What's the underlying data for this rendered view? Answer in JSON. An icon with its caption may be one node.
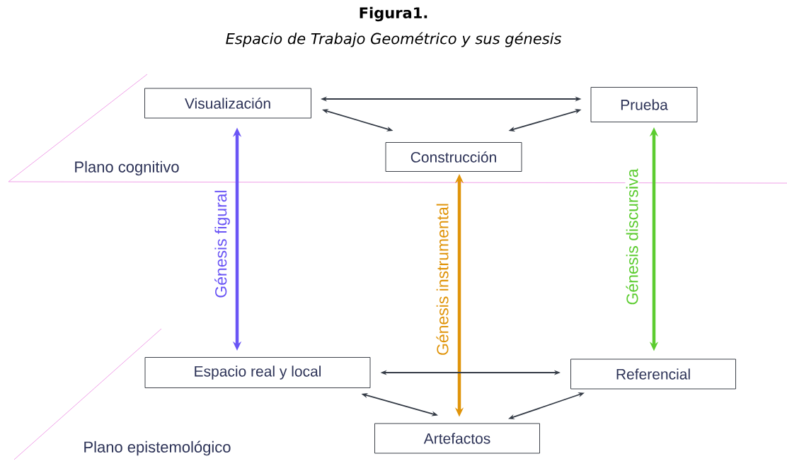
{
  "diagram": {
    "title": "Figura1.",
    "caption": "Espacio de Trabajo Geométrico y sus génesis",
    "nodes": [
      {
        "text": [
          "Visualización"
        ]
      },
      {
        "text": [
          "Prueba"
        ]
      },
      {
        "text": [
          "Construcción"
        ]
      },
      {
        "text": [
          "Espacio real y local"
        ]
      },
      {
        "text": [
          "Referencial"
        ]
      },
      {
        "text": [
          "Artefactos"
        ]
      }
    ],
    "edges": [
      {
        "from": 0,
        "to": 1,
        "arrow": "both"
      },
      {
        "from": 0,
        "to": 2,
        "arrow": "both"
      },
      {
        "from": 2,
        "to": 1,
        "arrow": "both"
      },
      {
        "from": 0,
        "to": 3,
        "arrow": "both",
        "label": "Génesis figural",
        "style": "thick",
        "color": "#6a55f5"
      },
      {
        "from": 2,
        "to": 5,
        "arrow": "both",
        "label": "Génesis instrumental",
        "style": "thick",
        "color": "#e0940a"
      },
      {
        "from": 1,
        "to": 4,
        "arrow": "both",
        "label": "Génesis discursiva",
        "style": "thick",
        "color": "#5ccc30"
      },
      {
        "from": 3,
        "to": 4,
        "arrow": "both"
      },
      {
        "from": 3,
        "to": 5,
        "arrow": "both"
      },
      {
        "from": 5,
        "to": 4,
        "arrow": "both"
      }
    ],
    "labels": [
      "Plano cognitivo",
      "Plano epistemológico"
    ]
  }
}
